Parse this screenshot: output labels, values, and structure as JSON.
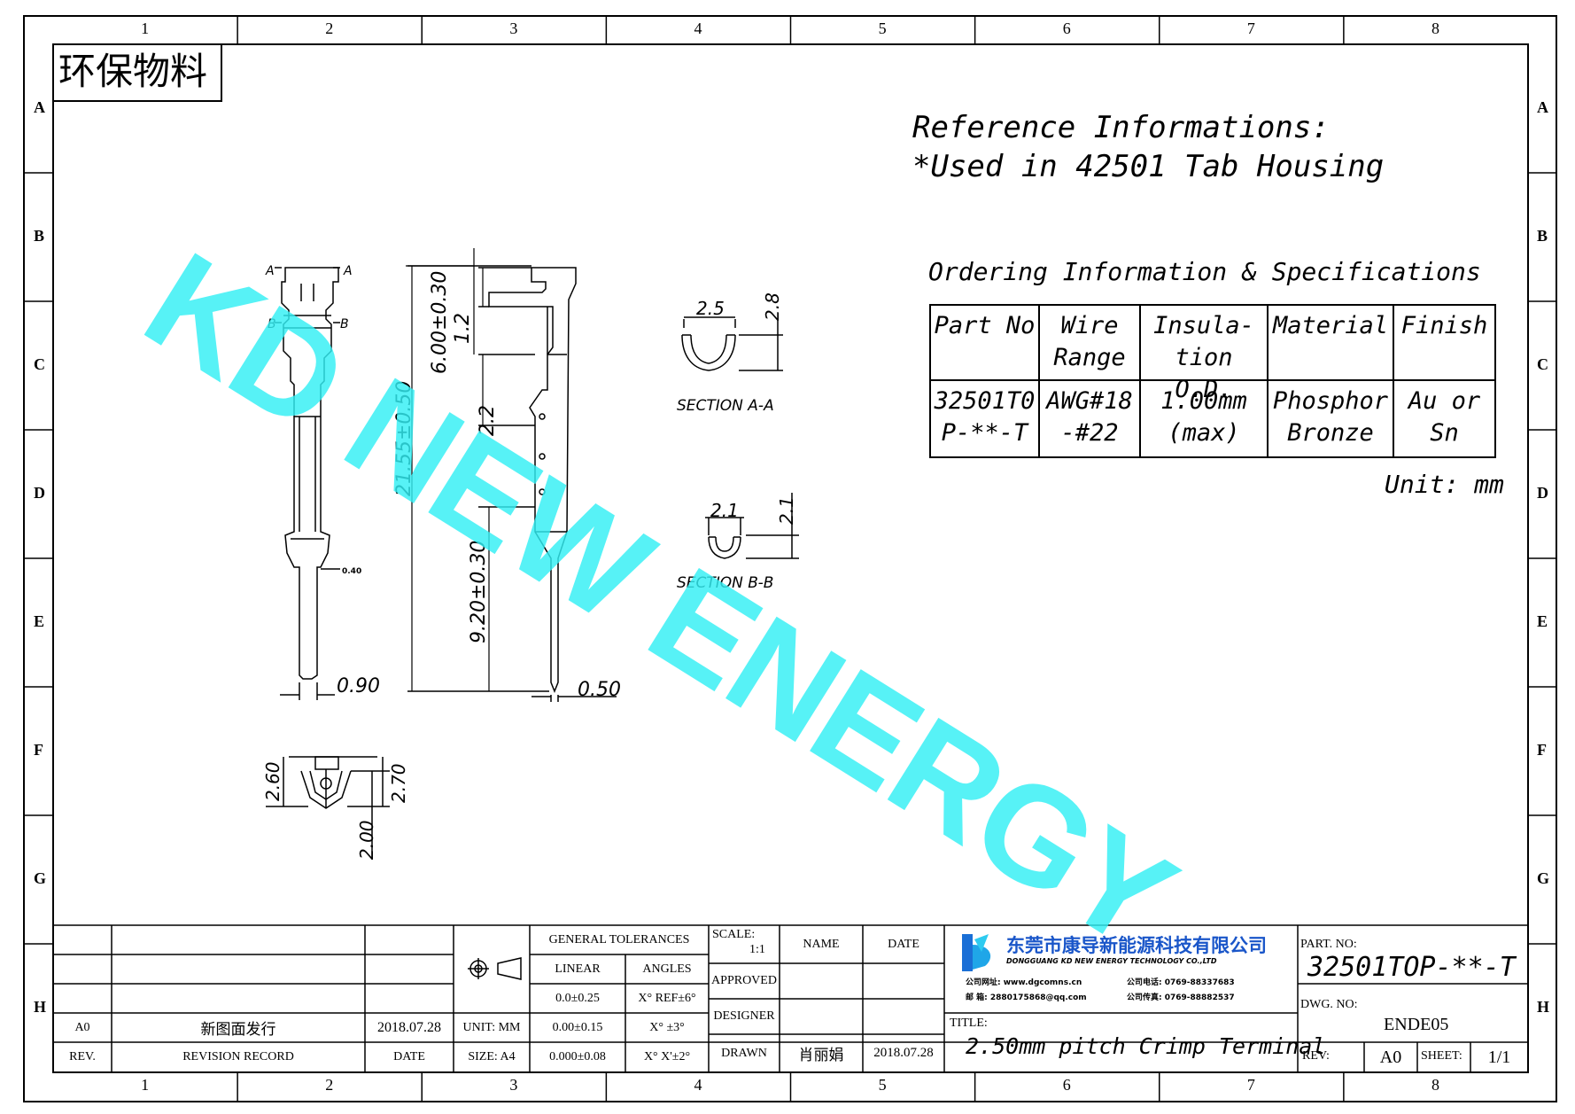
{
  "frame": {
    "columns": [
      "1",
      "2",
      "3",
      "4",
      "5",
      "6",
      "7",
      "8"
    ],
    "rows": [
      "A",
      "B",
      "C",
      "D",
      "E",
      "F",
      "G",
      "H"
    ]
  },
  "eco_label": "环保物料",
  "watermark": "KD NEW ENERGY",
  "reference": {
    "line1": "Reference Informations:",
    "line2": "*Used in 42501  Tab Housing"
  },
  "ordering": {
    "title": "Ordering Information & Specifications",
    "headers": [
      [
        "Part No"
      ],
      [
        "Wire",
        "Range"
      ],
      [
        "Insula-",
        "tion O.D."
      ],
      [
        "Material"
      ],
      [
        "Finish"
      ]
    ],
    "row": [
      [
        "32501T0",
        "P-**-T"
      ],
      [
        "AWG#18",
        "-#22"
      ],
      [
        "1.00mm",
        "(max)"
      ],
      [
        "Phosphor",
        "Bronze"
      ],
      [
        "Au or Sn"
      ]
    ],
    "unit": "Unit: mm"
  },
  "dimensions": {
    "overall_length": "21.55±0.50",
    "crimp_length": "6.00±0.30",
    "d_1_2": "1.2",
    "d_2_2": "2.2",
    "pin_length": "9.20±0.30",
    "width_090": "0.90",
    "width_050": "0.50",
    "sec_a_width": "2.5",
    "sec_a_height": "2.8",
    "sec_b_width": "2.1",
    "sec_b_height": "2.1",
    "end_260": "2.60",
    "end_270": "2.70",
    "end_200": "2.00",
    "tiny_note": "0.40",
    "section_a": "SECTION A-A",
    "section_b": "SECTION B-B",
    "mark_a": "A",
    "mark_b": "B"
  },
  "title_block": {
    "revision": {
      "rev_value": "A0",
      "record_value": "新图面发行",
      "date_value": "2018.07.28",
      "rev_label": "REV.",
      "record_label": "REVISION RECORD",
      "date_label": "DATE"
    },
    "unit": "UNIT: MM",
    "size": "SIZE: A4",
    "tolerances": {
      "title": "GENERAL TOLERANCES",
      "linear": "LINEAR",
      "angles": "ANGLES",
      "rows": [
        [
          "0.0±0.25",
          "X° REF±6°"
        ],
        [
          "0.00±0.15",
          "X° ±3°"
        ],
        [
          "0.000±0.08",
          "X° X'±2°"
        ]
      ]
    },
    "scale_label": "SCALE:",
    "scale_value": "1:1",
    "name": "NAME",
    "date": "DATE",
    "approved": "APPROVED",
    "designer": "DESIGNER",
    "drawn": "DRAWN",
    "drawn_name": "肖丽娟",
    "drawn_date": "2018.07.28",
    "company_cn": "东莞市康导新能源科技有限公司",
    "company_en": "DONGGUANG KD NEW ENERGY TECHNOLOGY CO.,LTD",
    "company_web": "公司网址: www.dgcomns.cn",
    "company_tel": "公司电话: 0769-88337683",
    "company_mail": "邮  箱: 2880175868@qq.com",
    "company_fax": "公司传真: 0769-88882537",
    "title_label": "TITLE:",
    "title_value": "2.50mm pitch Crimp Terminal",
    "part_label": "PART. NO:",
    "part_value": "32501TOP-**-T",
    "dwg_label": "DWG. NO:",
    "dwg_value": "ENDE05",
    "rev_label": "REV:",
    "rev_value": "A0",
    "sheet_label": "SHEET:",
    "sheet_value": "1/1"
  }
}
